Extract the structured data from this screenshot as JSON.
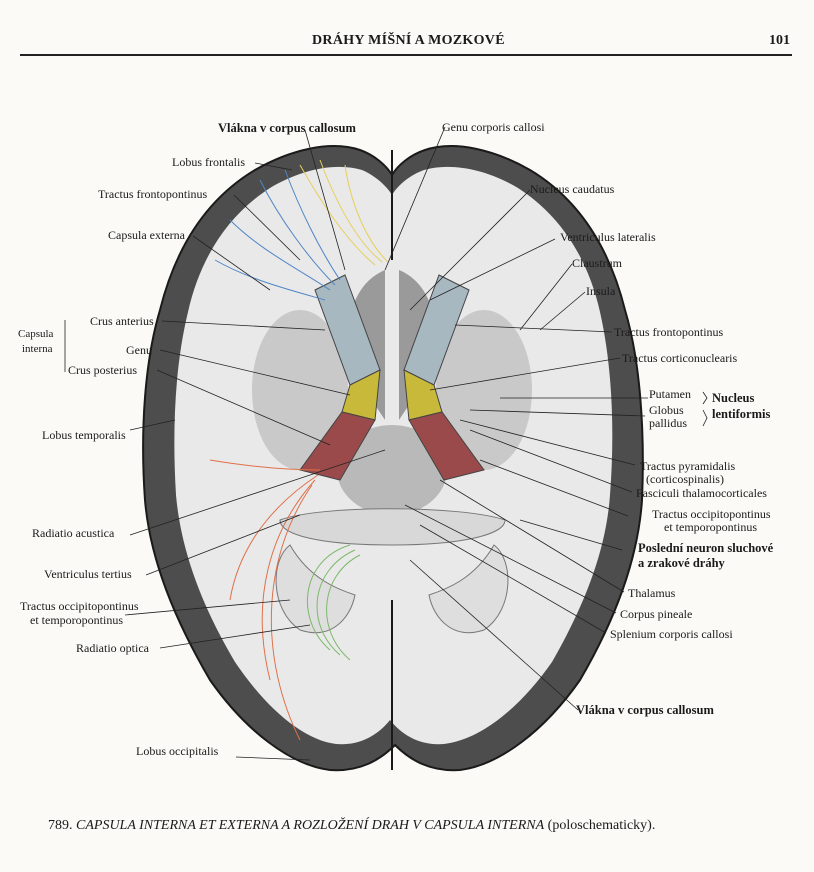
{
  "header": {
    "running_title": "DRÁHY MÍŠNÍ A MOZKOVÉ",
    "page_number": "101"
  },
  "labels_left": {
    "lobus_frontalis": "Lobus frontalis",
    "tractus_frontopontinus": "Tractus frontopontinus",
    "capsula_externa": "Capsula externa",
    "capsula_interna_1": "Capsula",
    "capsula_interna_2": "interna",
    "crus_anterius": "Crus anterius",
    "genu": "Genu",
    "crus_posterius": "Crus posterius",
    "lobus_temporalis": "Lobus temporalis",
    "radiatio_acustica": "Radiatio acustica",
    "ventriculus_tertius": "Ventriculus tertius",
    "tractus_occ_1": "Tractus occipitopontinus",
    "tractus_occ_2": "et temporopontinus",
    "radiatio_optica": "Radiatio optica",
    "lobus_occipitalis": "Lobus occipitalis"
  },
  "labels_right": {
    "vlakna_top": "Vlákna v corpus callosum",
    "genu_corporis": "Genu corporis callosi",
    "nucleus_caudatus": "Nucleus caudatus",
    "ventriculus_lateralis": "Ventriculus lateralis",
    "claustrum": "Claustrum",
    "insula": "Insula",
    "tractus_frontopontinus": "Tractus frontopontinus",
    "tractus_corticonuclearis": "Tractus corticonuclearis",
    "putamen": "Putamen",
    "globus_1": "Globus",
    "globus_2": "pallidus",
    "nucleus_1": "Nucleus",
    "nucleus_2": "lentiformis",
    "tractus_pyramidalis_1": "Tractus pyramidalis",
    "tractus_pyramidalis_2": "(corticospinalis)",
    "fasciculi": "Fasciculi thalamocorticales",
    "tractus_occ_1": "Tractus occipitopontinus",
    "tractus_occ_2": "et temporopontinus",
    "posledni_1": "Poslední neuron sluchové",
    "posledni_2": "a zrakové dráhy",
    "thalamus": "Thalamus",
    "corpus_pineale": "Corpus pineale",
    "splenium": "Splenium corporis callosi",
    "vlakna_bottom": "Vlákna v corpus callosum"
  },
  "caption": {
    "number": "789.",
    "title": "CAPSULA INTERNA ET EXTERNA A ROZLOŽENÍ DRAH V CAPSULA INTERNA",
    "note": "(poloschematicky)."
  },
  "colors": {
    "frontopontine_fibers": "#4f86c6",
    "corpus_callosum_fibers": "#e6cf5a",
    "crus_anterius": "#a7b8c0",
    "genu": "#c9b93a",
    "crus_posterius": "#9a4a4a",
    "radiatio_acustica": "#e0704a",
    "radiatio_optica": "#7cb86a"
  }
}
